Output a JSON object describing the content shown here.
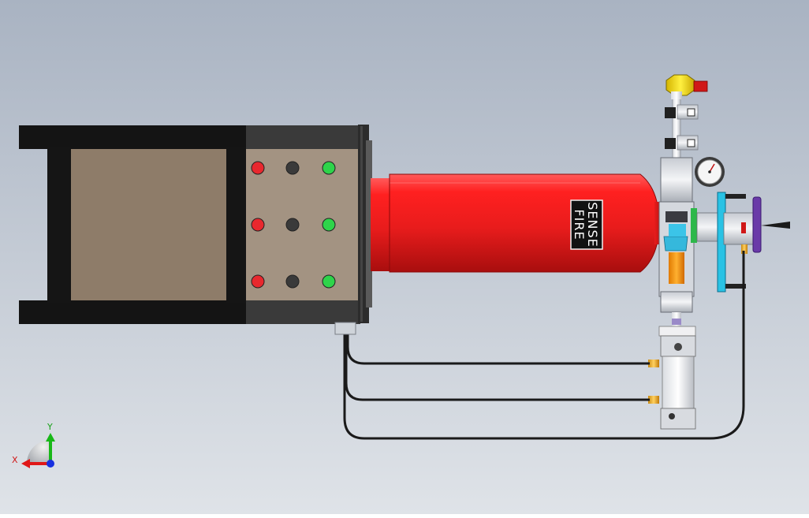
{
  "viewport": {
    "background_top": "#a9b3c2",
    "background_bottom": "#dfe3e8"
  },
  "cylinder": {
    "brand_line1": "SENSE",
    "brand_line2": "FIRE",
    "color": "#e81c1c"
  },
  "control_panel": {
    "indicator_colors": {
      "red": "#e8282e",
      "dark": "#3a3a3a",
      "green": "#2ed44a"
    }
  },
  "triad": {
    "x_label": "X",
    "y_label": "Y",
    "x_color": "#e01818",
    "y_color": "#18b818",
    "z_color": "#1830e0"
  }
}
